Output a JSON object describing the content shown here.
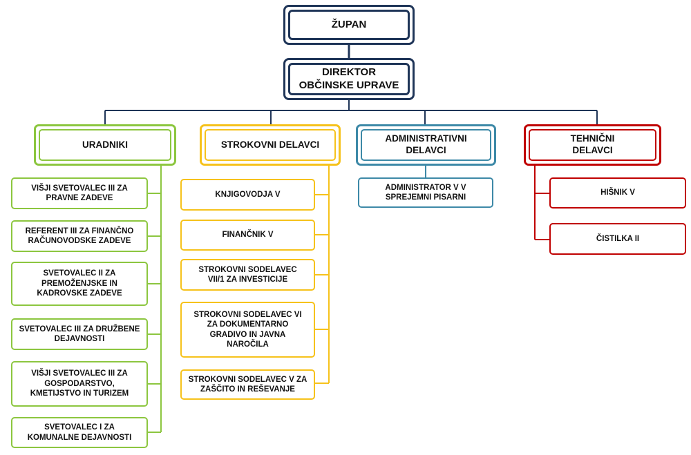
{
  "colors": {
    "top": "#1f3558",
    "uradniki": "#8cc63f",
    "strokovni": "#f6c21b",
    "administrativni": "#3d89a7",
    "tehnicni": "#c00000"
  },
  "top": {
    "zupan": "ŽUPAN",
    "direktor": "DIREKTOR OBČINSKE UPRAVE"
  },
  "groups": {
    "uradniki": {
      "title": "URADNIKI",
      "items": [
        "VIŠJI SVETOVALEC III ZA PRAVNE ZADEVE",
        "REFERENT III ZA FINANČNO RAČUNOVODSKE ZADEVE",
        "SVETOVALEC II ZA PREMOŽENJSKE IN KADROVSKE ZADEVE",
        "SVETOVALEC III ZA DRUŽBENE DEJAVNOSTI",
        "VIŠJI SVETOVALEC III ZA GOSPODARSTVO, KMETIJSTVO IN TURIZEM",
        "SVETOVALEC I ZA KOMUNALNE DEJAVNOSTI"
      ]
    },
    "strokovni": {
      "title": "STROKOVNI DELAVCI",
      "items": [
        "KNJIGOVODJA V",
        "FINANČNIK V",
        "STROKOVNI SODELAVEC VII/1 ZA INVESTICIJE",
        "STROKOVNI SODELAVEC VI ZA DOKUMENTARNO GRADIVO IN JAVNA NAROČILA",
        "STROKOVNI SODELAVEC V ZA ZAŠČITO IN REŠEVANJE"
      ]
    },
    "administrativni": {
      "title": "ADMINISTRATIVNI DELAVCI",
      "items": [
        "ADMINISTRATOR V V SPREJEMNI PISARNI"
      ]
    },
    "tehnicni": {
      "title": "TEHNIČNI DELAVCI",
      "items": [
        "HIŠNIK V",
        "ČISTILKA II"
      ]
    }
  }
}
